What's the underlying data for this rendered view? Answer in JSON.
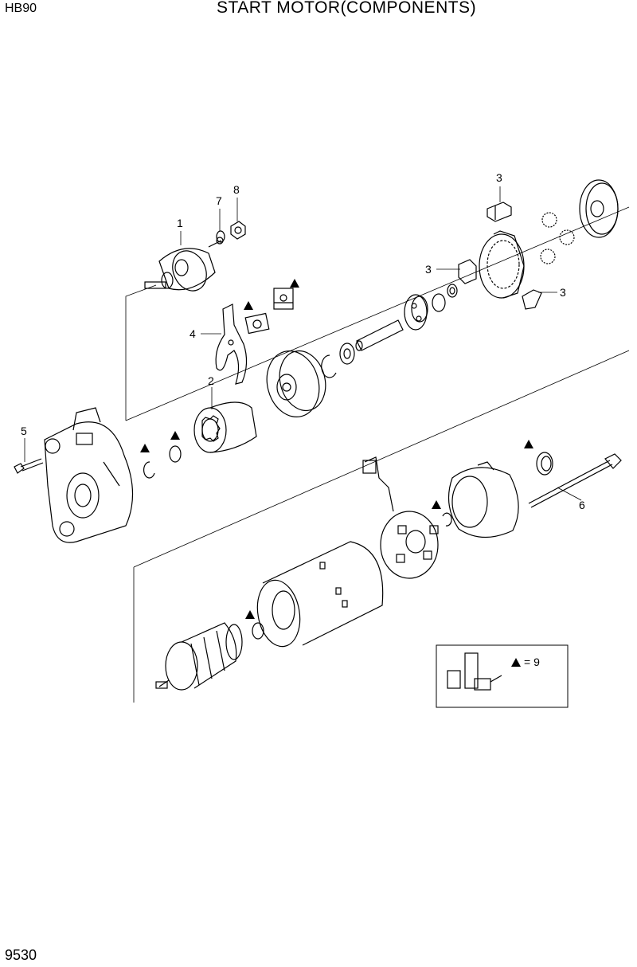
{
  "header": {
    "model": "HB90",
    "title": "START MOTOR(COMPONENTS)"
  },
  "footer": {
    "page_number": "9530"
  },
  "callouts": [
    "1",
    "2",
    "3",
    "3",
    "3",
    "4",
    "5",
    "6",
    "7",
    "8"
  ],
  "legend": {
    "symbol": "triangle-icon",
    "text": "= 9"
  }
}
